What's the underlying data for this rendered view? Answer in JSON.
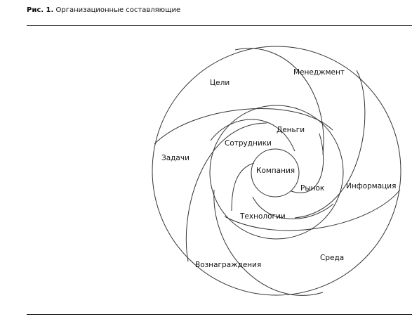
{
  "figure": {
    "number": "Рис. 1.",
    "caption": "Организационные составляющие"
  },
  "diagram": {
    "center": "Компания",
    "inner_ring": [
      "Сотрудники",
      "Деньги",
      "Рынок",
      "Технологии"
    ],
    "outer_ring": [
      "Цели",
      "Менеджмент",
      "Информация",
      "Среда",
      "Вознаграждения",
      "Задачи"
    ]
  }
}
